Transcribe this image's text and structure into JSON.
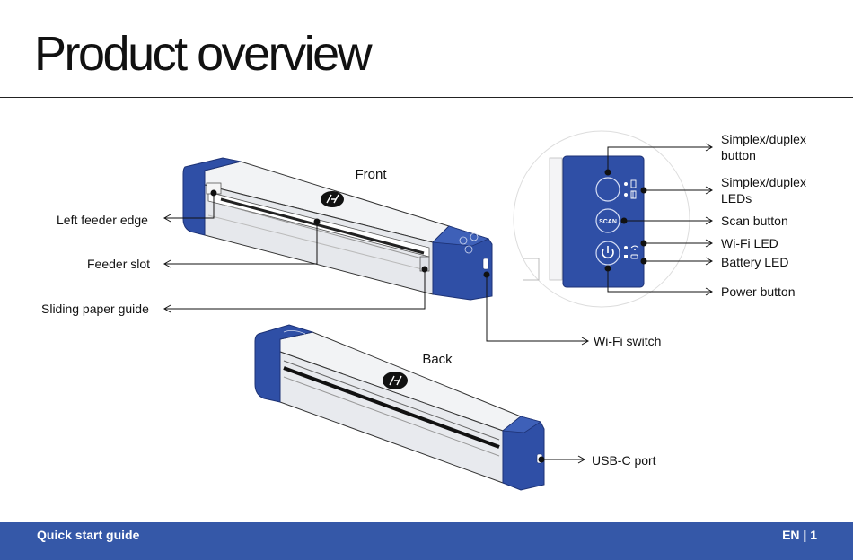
{
  "page": {
    "title": "Product overview"
  },
  "front": {
    "view_label": "Front",
    "callouts": {
      "left_feeder_edge": "Left feeder edge",
      "feeder_slot": "Feeder slot",
      "sliding_paper_guide": "Sliding paper guide",
      "wifi_switch": "Wi-Fi switch"
    }
  },
  "control_panel": {
    "scan_key_text": "SCAN",
    "callouts": {
      "simplex_duplex_button_line1": "Simplex/duplex",
      "simplex_duplex_button_line2": "button",
      "simplex_duplex_leds_line1": "Simplex/duplex",
      "simplex_duplex_leds_line2": "LEDs",
      "scan_button": "Scan button",
      "wifi_led": "Wi-Fi LED",
      "battery_led": "Battery LED",
      "power_button": "Power button"
    }
  },
  "back": {
    "view_label": "Back",
    "callouts": {
      "usb_c_port": "USB-C port"
    }
  },
  "footer": {
    "left": "Quick start guide",
    "right": "EN | 1"
  },
  "colors": {
    "brand_blue": "#3558a8",
    "scanner_blue": "#2f4fa6",
    "line": "#111111"
  },
  "icons": [
    "hp-logo-icon",
    "power-icon",
    "wifi-icon",
    "battery-icon",
    "page-icon"
  ]
}
